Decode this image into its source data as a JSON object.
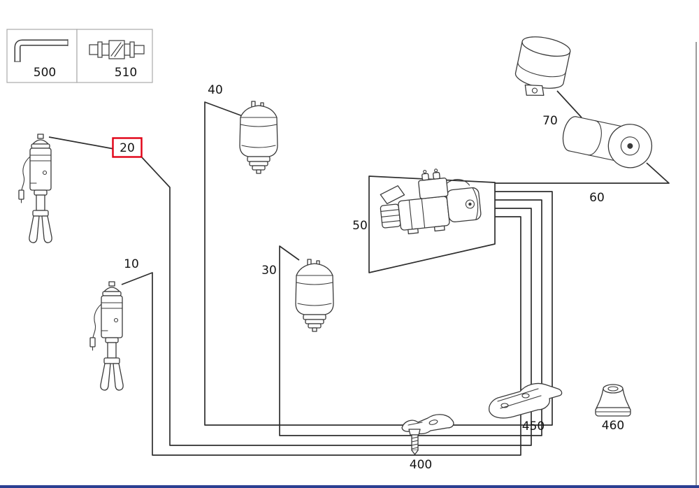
{
  "diagram": {
    "callouts": {
      "c500": "500",
      "c510": "510",
      "c10": "10",
      "c20": "20",
      "c30": "30",
      "c40": "40",
      "c50": "50",
      "c60": "60",
      "c70": "70",
      "c400": "400",
      "c450": "450",
      "c460": "460"
    },
    "highlighted_callout": "20",
    "colors": {
      "line": "#2e2e2e",
      "part_outline": "#3a3a3a",
      "highlight_box": "#e10014",
      "legend_box_border": "#a9a9a9",
      "right_border": "#7a7a7a",
      "bottom_bar": "#2b3f92"
    },
    "part_icons": {
      "p500": "allen-key-icon",
      "p510": "hose-coupling-icon",
      "p10": "air-strut-icon",
      "p20": "air-strut-icon",
      "p30": "air-spring-icon",
      "p40": "air-spring-icon",
      "p50": "compressor-valve-unit-icon",
      "p60": "pressure-reservoir-icon",
      "p70": "air-dryer-canister-icon",
      "p400": "clamp-with-screw-icon",
      "p450": "mounting-bracket-icon",
      "p460": "rubber-buffer-icon"
    }
  }
}
